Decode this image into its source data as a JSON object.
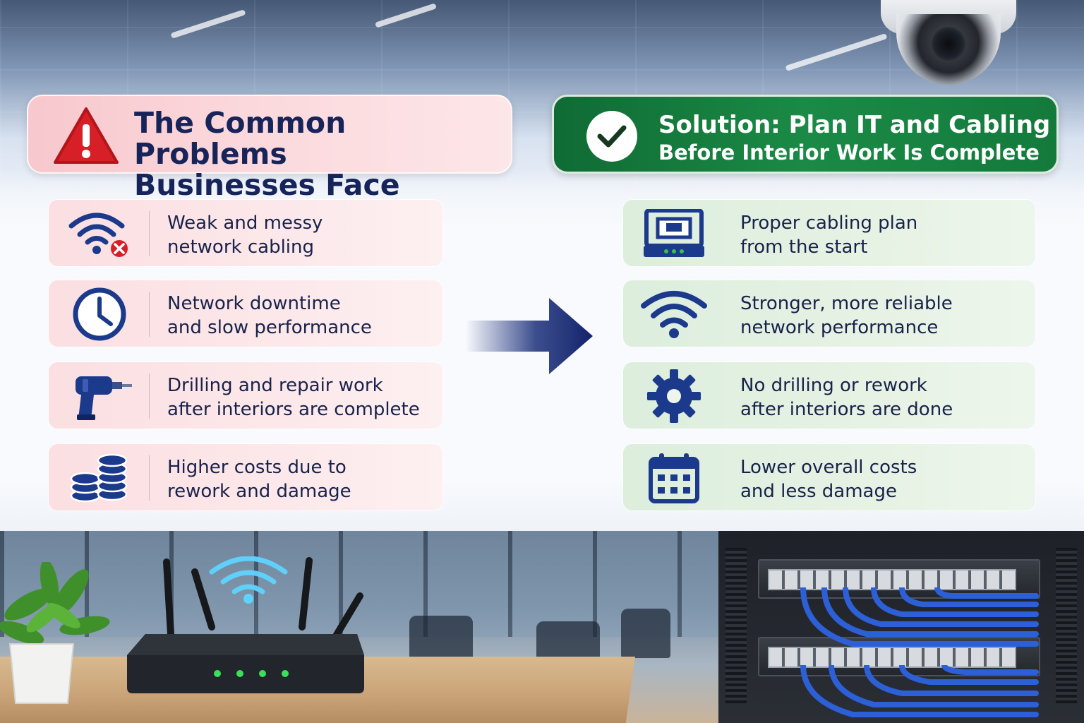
{
  "problems": {
    "title_line1": "The Common Problems",
    "title_line2": "Businesses Face",
    "items": [
      {
        "icon": "wifi-error-icon",
        "line1": "Weak and messy",
        "line2": "network cabling"
      },
      {
        "icon": "clock-icon",
        "line1": "Network downtime",
        "line2": "and slow performance"
      },
      {
        "icon": "drill-icon",
        "line1": "Drilling and repair work",
        "line2": "after interiors are complete"
      },
      {
        "icon": "coins-icon",
        "line1": "Higher costs due to",
        "line2": "rework and damage"
      }
    ]
  },
  "solution": {
    "title_line1": "Solution: Plan IT and Cabling",
    "title_line2": "Before Interior Work Is Complete",
    "items": [
      {
        "icon": "network-device-icon",
        "line1": "Proper cabling plan",
        "line2": "from the start"
      },
      {
        "icon": "wifi-icon",
        "line1": "Stronger, more reliable",
        "line2": "network performance"
      },
      {
        "icon": "gear-icon",
        "line1": "No drilling or rework",
        "line2": "after interiors are done"
      },
      {
        "icon": "calendar-icon",
        "line1": "Lower overall costs",
        "line2": "and less damage"
      }
    ]
  },
  "colors": {
    "navy": "#17245a",
    "problem_red": "#d61f26",
    "solution_green": "#137a3c",
    "icon_blue": "#1b3a8c"
  }
}
